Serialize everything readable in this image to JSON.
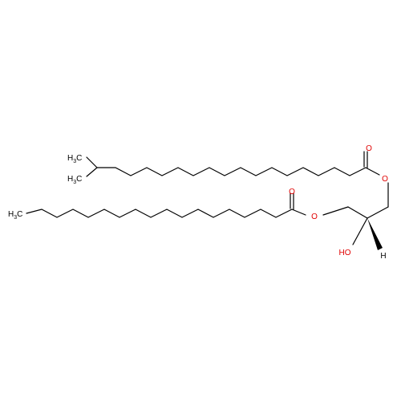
{
  "colors": {
    "carbon": "#000000",
    "oxygen": "#e00000",
    "background": "#ffffff"
  },
  "atoms": {
    "ch3_top_1": {
      "main": "H",
      "sub": "3",
      "tail": "C"
    },
    "ch3_top_2": {
      "main": "H",
      "sub": "3",
      "tail": "C"
    },
    "ch3_lower": {
      "main": "H",
      "sub": "3",
      "tail": "C"
    },
    "carbonyl_o_upper": "O",
    "ester_o_upper": "O",
    "carbonyl_o_lower": "O",
    "ester_o_lower": "O",
    "hydroxyl": "HO",
    "stereo_h": "H"
  }
}
